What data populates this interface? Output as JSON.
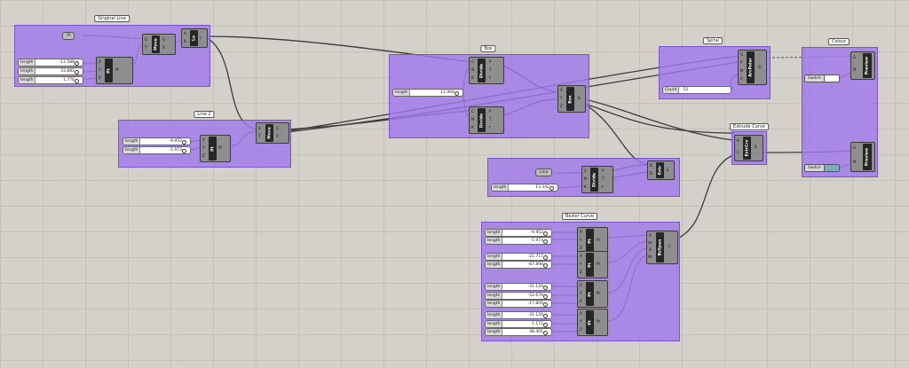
{
  "groups": {
    "original_line": "Original Line",
    "line2": "Line 2",
    "box": "Box",
    "spiral": "Spiral",
    "colour": "Colour",
    "extrude_curve": "Extrude Curve",
    "bezier_curve": "Bezier Curve"
  },
  "sliders": {
    "ol_x": {
      "label": "length",
      "value": "-12.588"
    },
    "ol_y": {
      "label": "length",
      "value": "33.882"
    },
    "ol_z": {
      "label": "length",
      "value": "1.776"
    },
    "l2_x": {
      "label": "length",
      "value": "-9.952"
    },
    "l2_y": {
      "label": "length",
      "value": "-1.973"
    },
    "box_len": {
      "label": "length",
      "value": "11.900"
    },
    "line_div": {
      "label": "length",
      "value": "13.342"
    },
    "bz1_x": {
      "label": "length",
      "value": "-9.952"
    },
    "bz1_y": {
      "label": "length",
      "value": "-1.973"
    },
    "bz2_x": {
      "label": "length",
      "value": "-21.717"
    },
    "bz2_y": {
      "label": "length",
      "value": "-87.898"
    },
    "bz3_x": {
      "label": "length",
      "value": "-31.129"
    },
    "bz3_y": {
      "label": "length",
      "value": "-52.679"
    },
    "bz3_z": {
      "label": "length",
      "value": "-17.809"
    },
    "bz4_x": {
      "label": "length",
      "value": "-31.129"
    },
    "bz4_y": {
      "label": "length",
      "value": "1.172"
    },
    "bz4_z": {
      "label": "length",
      "value": "48.491"
    }
  },
  "counter": {
    "label": "Count",
    "value": "52"
  },
  "params": {
    "pt": "Pt",
    "line": "Line"
  },
  "toggles": {
    "switch1": "Switch",
    "switch2": "Switch"
  },
  "components": {
    "move1": "Move",
    "ln": "Ln",
    "pt1": "Pt",
    "pt2": "Pt",
    "move2": "Move",
    "divide1": "Divide",
    "divide2": "Divide",
    "box": "Box",
    "arcpolar": "ArcPolar",
    "preview1": "Preview",
    "preview2": "Preview",
    "extrcrv": "ExtrCrv",
    "divide3": "Divide",
    "extr": "Extr",
    "bz_pt1": "Pt",
    "bz_pt2": "Pt",
    "bz_pt3": "Pt",
    "bz_pt4": "Pt",
    "bzspan": "BzSpan"
  },
  "ports": {
    "pt_out": "Pt",
    "xyz": [
      "X",
      "Y",
      "Z"
    ],
    "move_in": [
      "G",
      "T"
    ],
    "move_out": [
      "G",
      "X"
    ],
    "ln_in": [
      "A",
      "B"
    ],
    "ln_out": "L",
    "divide_in": [
      "C",
      "N",
      "K"
    ],
    "divide_out": [
      "P",
      "T",
      "t"
    ],
    "box_in": [
      "X",
      "Y",
      "Z"
    ],
    "box_out": "B",
    "polar_in": [
      "G",
      "P",
      "N",
      "A"
    ],
    "polar_out": "G",
    "preview_in": [
      "G",
      "M"
    ],
    "extr_in": [
      "B",
      "C"
    ],
    "extr_out": "E",
    "extr2_in": [
      "B",
      "D"
    ],
    "bz_in": [
      "A",
      "At",
      "B",
      "Bt"
    ],
    "bz_out": "C"
  }
}
